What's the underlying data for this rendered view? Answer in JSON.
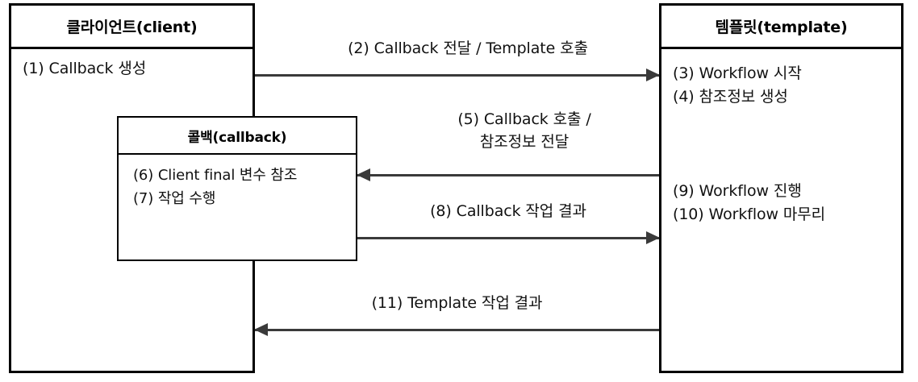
{
  "diagram": {
    "type": "sequence-diagram",
    "background": "#ffffff",
    "line_color": "#3a3a3a",
    "border_color": "#000000",
    "participants": [
      {
        "id": "client",
        "title": "클라이언트(client)",
        "lines": [
          "(1) Callback 생성"
        ]
      },
      {
        "id": "callback",
        "title": "콜백(callback)",
        "lines": [
          "(6) Client final 변수 참조",
          "(7) 작업 수행"
        ]
      },
      {
        "id": "template",
        "title": "템플릿(template)",
        "lines_top": [
          "(3) Workflow 시작",
          "(4) 참조정보 생성"
        ],
        "lines_bottom": [
          "(9) Workflow 진행",
          "(10) Workflow 마무리"
        ]
      }
    ],
    "messages": [
      {
        "id": "m2",
        "label": "(2) Callback 전달 / Template 호출",
        "from": "client",
        "to": "template",
        "direction": "right"
      },
      {
        "id": "m5",
        "label_line1": "(5) Callback 호출 /",
        "label_line2": "참조정보 전달",
        "from": "template",
        "to": "callback",
        "direction": "left"
      },
      {
        "id": "m8",
        "label": "(8) Callback 작업 결과",
        "from": "callback",
        "to": "template",
        "direction": "right"
      },
      {
        "id": "m11",
        "label": "(11) Template 작업 결과",
        "from": "template",
        "to": "client",
        "direction": "left"
      }
    ]
  }
}
